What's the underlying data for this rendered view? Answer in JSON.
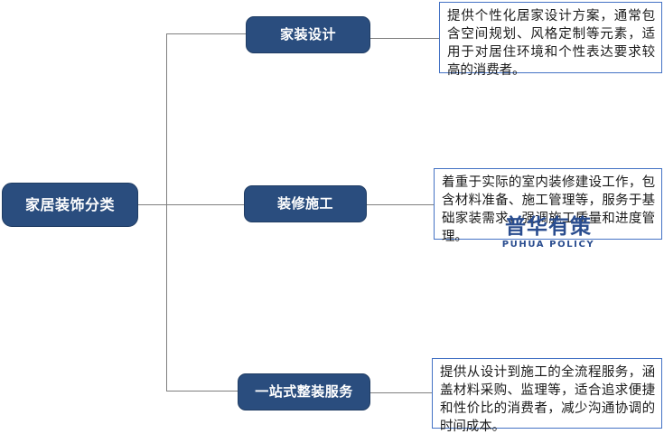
{
  "diagram": {
    "root": {
      "label": "家居装饰分类"
    },
    "branches": [
      {
        "label": "家装设计",
        "description": "提供个性化居家设计方案，通常包含空间规划、风格定制等元素，适用于对居住环境和个性表达要求较高的消费者。"
      },
      {
        "label": "装修施工",
        "description": "着重于实际的室内装修建设工作，包含材料准备、施工管理等，服务于基础家装需求，强调施工质量和进度管理。"
      },
      {
        "label": "一站式整装服务",
        "description": "提供从设计到施工的全流程服务，涵盖材料采购、监理等，适合追求便捷和性价比的消费者，减少沟通协调的时间成本。"
      }
    ]
  },
  "watermark": {
    "cn": "普华有策",
    "en": "PUHUA POLICY"
  },
  "colors": {
    "node_fill": "#2a4d7e",
    "node_text": "#ffffff",
    "desc_border": "#4472c4",
    "connector": "#7f7f7f",
    "watermark": "#2a4d8f",
    "background": "#ffffff"
  }
}
